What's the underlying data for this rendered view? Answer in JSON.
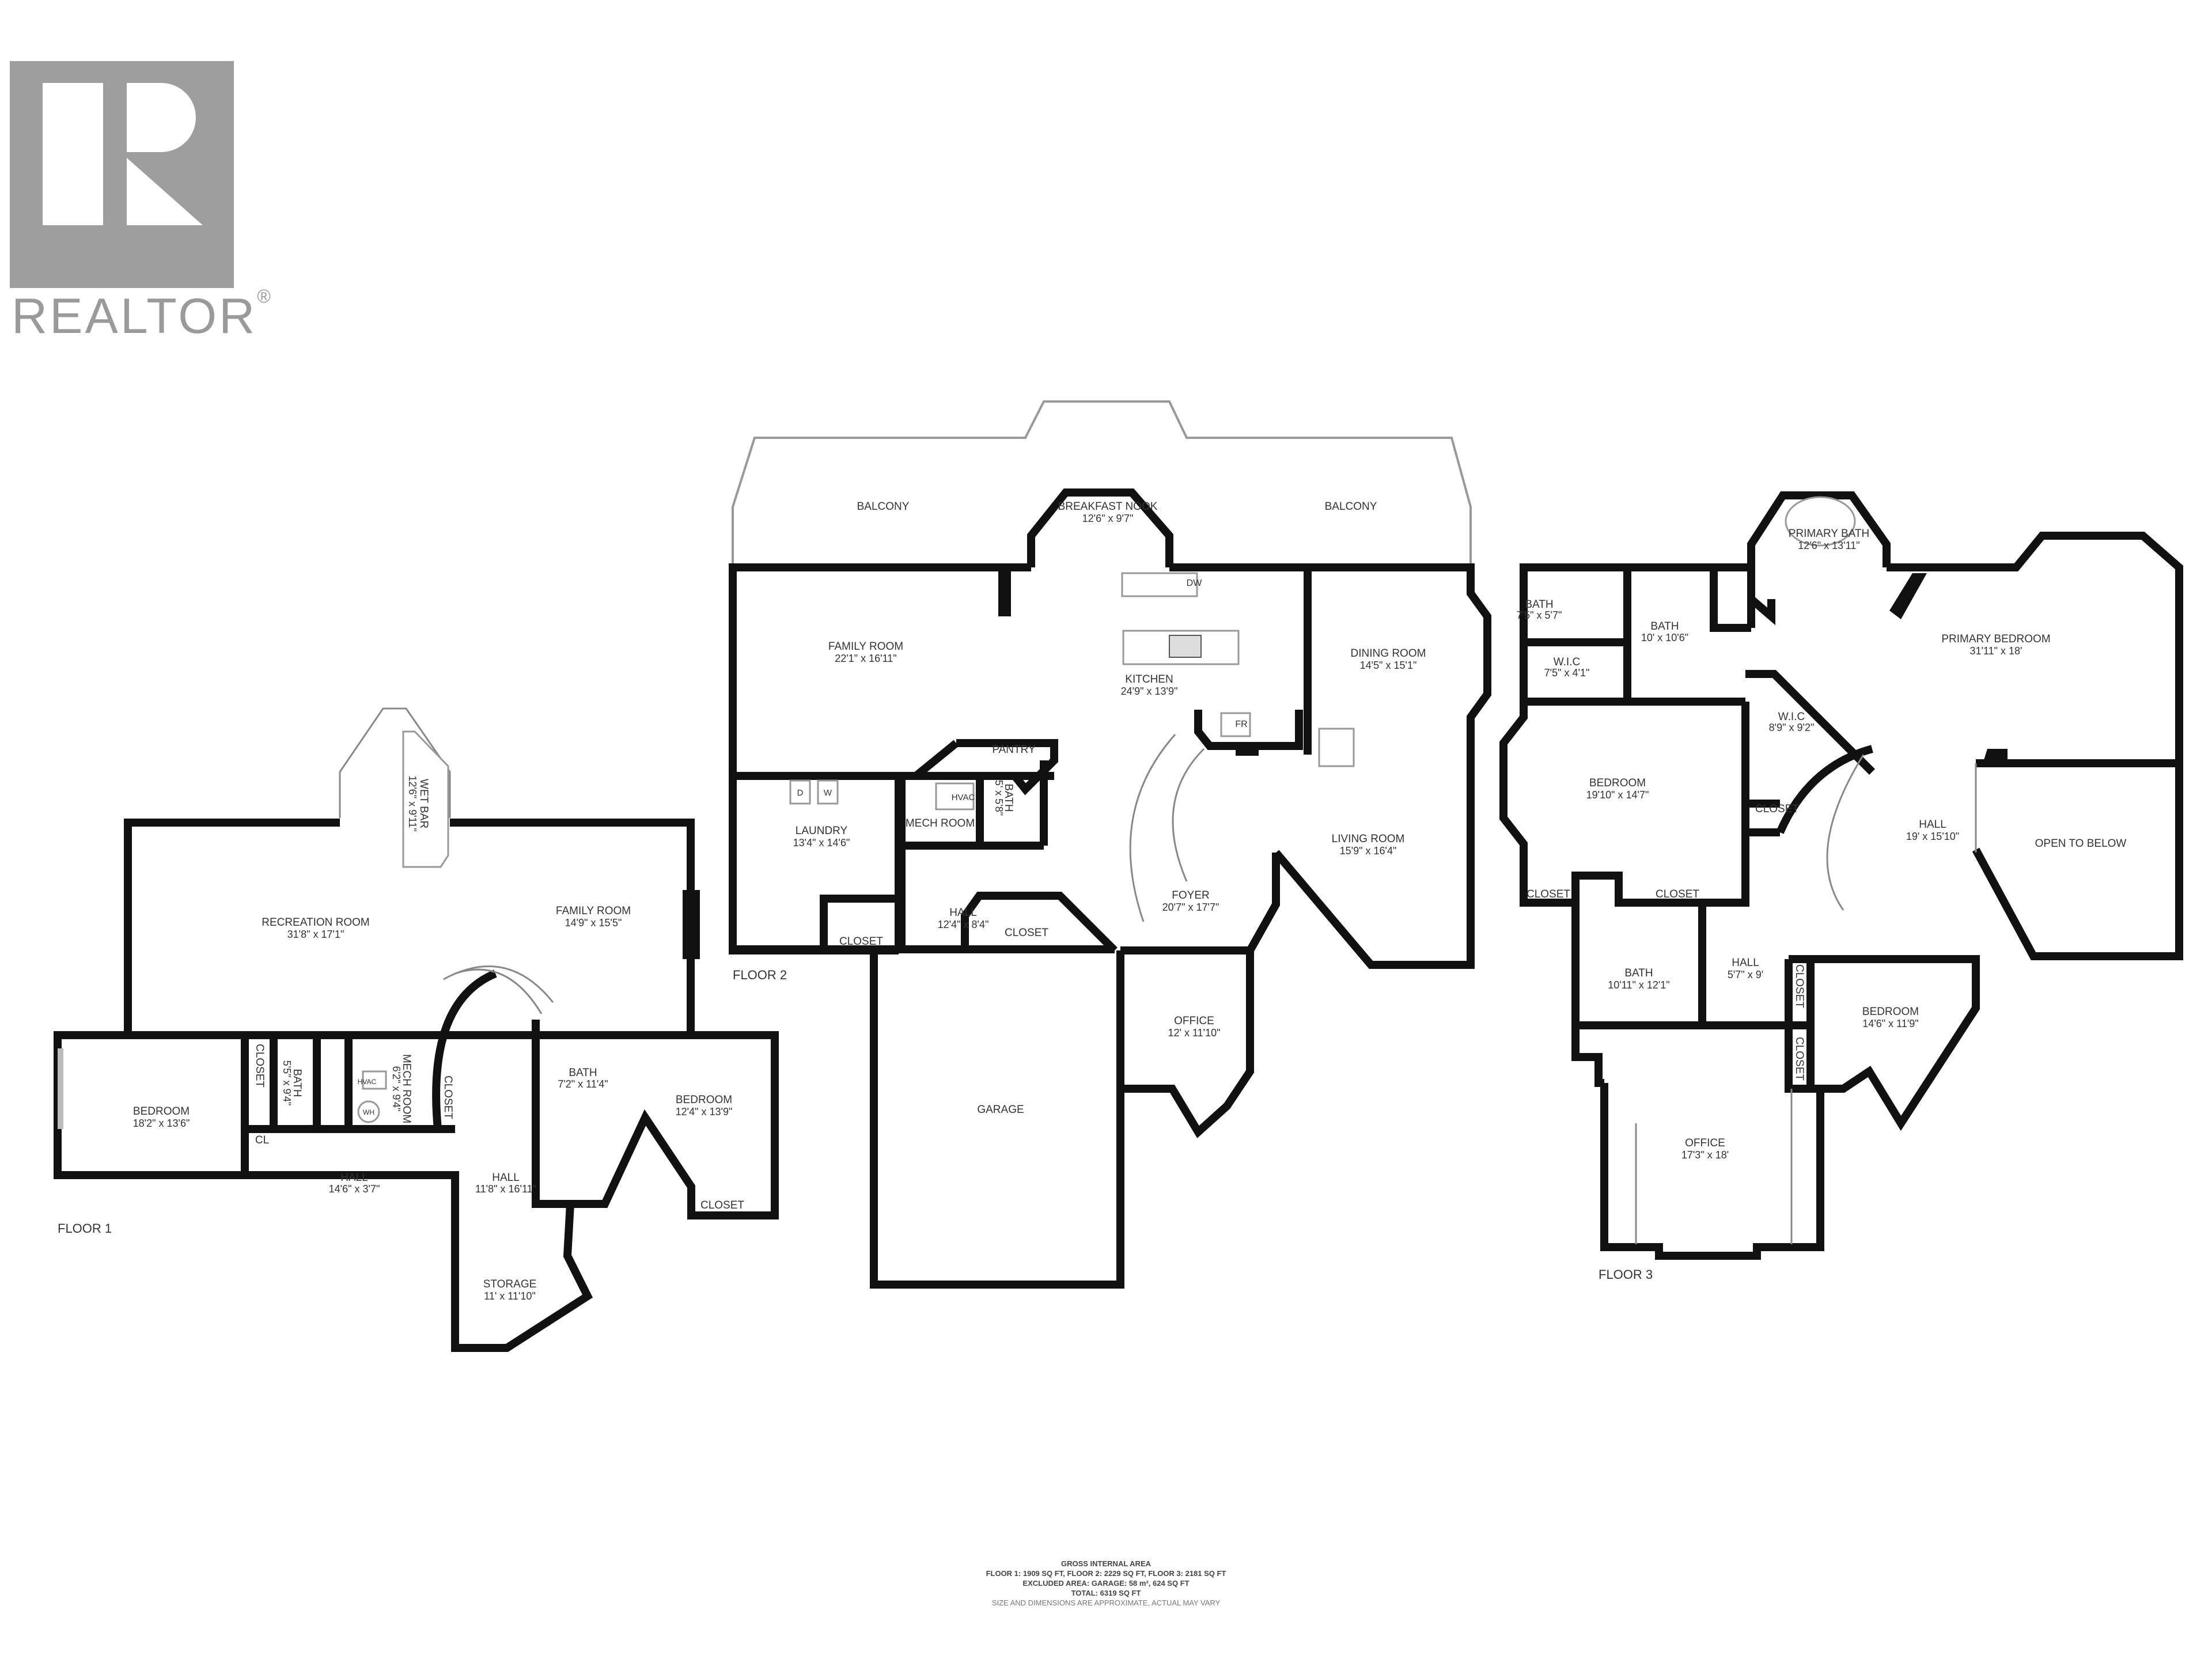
{
  "logo": {
    "text": "REALTOR",
    "mark": "®",
    "color": "#9e9e9e"
  },
  "floors": [
    {
      "label": "FLOOR 1",
      "rooms": [
        {
          "name": "WET BAR",
          "dims": "12'6\" x 9'11\""
        },
        {
          "name": "RECREATION ROOM",
          "dims": "31'8\" x 17'1\""
        },
        {
          "name": "FAMILY ROOM",
          "dims": "14'9\" x 15'5\""
        },
        {
          "name": "BEDROOM",
          "dims": "18'2\" x 13'6\""
        },
        {
          "name": "CLOSET",
          "dims": ""
        },
        {
          "name": "CL",
          "dims": ""
        },
        {
          "name": "BATH",
          "dims": "5'5\" x 9'4\""
        },
        {
          "name": "MECH ROOM",
          "dims": "6'2\" x 9'4\""
        },
        {
          "name": "CLOSET",
          "dims": ""
        },
        {
          "name": "BATH",
          "dims": "7'2\" x 11'4\""
        },
        {
          "name": "BEDROOM",
          "dims": "12'4\" x 13'9\""
        },
        {
          "name": "HALL",
          "dims": "14'6\" x 3'7\""
        },
        {
          "name": "HALL",
          "dims": "11'8\" x 16'11\""
        },
        {
          "name": "CLOSET",
          "dims": ""
        },
        {
          "name": "STORAGE",
          "dims": "11' x 11'10\""
        }
      ],
      "fixtures": [
        "HVAC",
        "WH"
      ]
    },
    {
      "label": "FLOOR 2",
      "rooms": [
        {
          "name": "BALCONY",
          "dims": ""
        },
        {
          "name": "BREAKFAST NOOK",
          "dims": "12'6\" x 9'7\""
        },
        {
          "name": "BALCONY",
          "dims": ""
        },
        {
          "name": "FAMILY ROOM",
          "dims": "22'1\" x 16'11\""
        },
        {
          "name": "KITCHEN",
          "dims": "24'9\" x 13'9\""
        },
        {
          "name": "DINING ROOM",
          "dims": "14'5\" x 15'1\""
        },
        {
          "name": "PANTRY",
          "dims": ""
        },
        {
          "name": "LAUNDRY",
          "dims": "13'4\" x 14'6\""
        },
        {
          "name": "MECH ROOM",
          "dims": ""
        },
        {
          "name": "BATH",
          "dims": "5' x 5'8\""
        },
        {
          "name": "HALL",
          "dims": "12'4\" x 8'4\""
        },
        {
          "name": "FOYER",
          "dims": "20'7\" x 17'7\""
        },
        {
          "name": "LIVING ROOM",
          "dims": "15'9\" x 16'4\""
        },
        {
          "name": "CLOSET",
          "dims": ""
        },
        {
          "name": "CLOSET",
          "dims": ""
        },
        {
          "name": "OFFICE",
          "dims": "12' x 11'10\""
        },
        {
          "name": "GARAGE",
          "dims": ""
        }
      ],
      "fixtures": [
        "DW",
        "FR",
        "D",
        "W",
        "HVAC"
      ]
    },
    {
      "label": "FLOOR 3",
      "rooms": [
        {
          "name": "PRIMARY BATH",
          "dims": "12'6\" x 13'11\""
        },
        {
          "name": "BATH",
          "dims": "7'5\" x 5'7\""
        },
        {
          "name": "BATH",
          "dims": "10' x 10'6\""
        },
        {
          "name": "W.I.C",
          "dims": "7'5\" x 4'1\""
        },
        {
          "name": "PRIMARY BEDROOM",
          "dims": "31'11\" x 18'"
        },
        {
          "name": "W.I.C",
          "dims": "8'9\" x 9'2\""
        },
        {
          "name": "BEDROOM",
          "dims": "19'10\" x 14'7\""
        },
        {
          "name": "CLOSET",
          "dims": ""
        },
        {
          "name": "CLOSET",
          "dims": ""
        },
        {
          "name": "CLOSET",
          "dims": ""
        },
        {
          "name": "HALL",
          "dims": "19' x 15'10\""
        },
        {
          "name": "OPEN TO BELOW",
          "dims": ""
        },
        {
          "name": "BATH",
          "dims": "10'11\" x 12'1\""
        },
        {
          "name": "HALL",
          "dims": "5'7\" x 9'"
        },
        {
          "name": "CLOSET",
          "dims": ""
        },
        {
          "name": "CLOSET",
          "dims": ""
        },
        {
          "name": "BEDROOM",
          "dims": "14'6\" x 11'9\""
        },
        {
          "name": "OFFICE",
          "dims": "17'3\" x 18'"
        }
      ]
    }
  ],
  "footer": {
    "title": "GROSS INTERNAL AREA",
    "floors_line": "FLOOR 1: 1909 SQ FT,  FLOOR 2: 2229 SQ FT, FLOOR 3: 2181 SQ FT",
    "excluded_line": "EXCLUDED AREA: GARAGE: 58 m², 624 SQ FT",
    "total_line": "TOTAL: 6319 SQ FT",
    "note": "SIZE AND DIMENSIONS ARE APPROXIMATE, ACTUAL MAY VARY"
  }
}
